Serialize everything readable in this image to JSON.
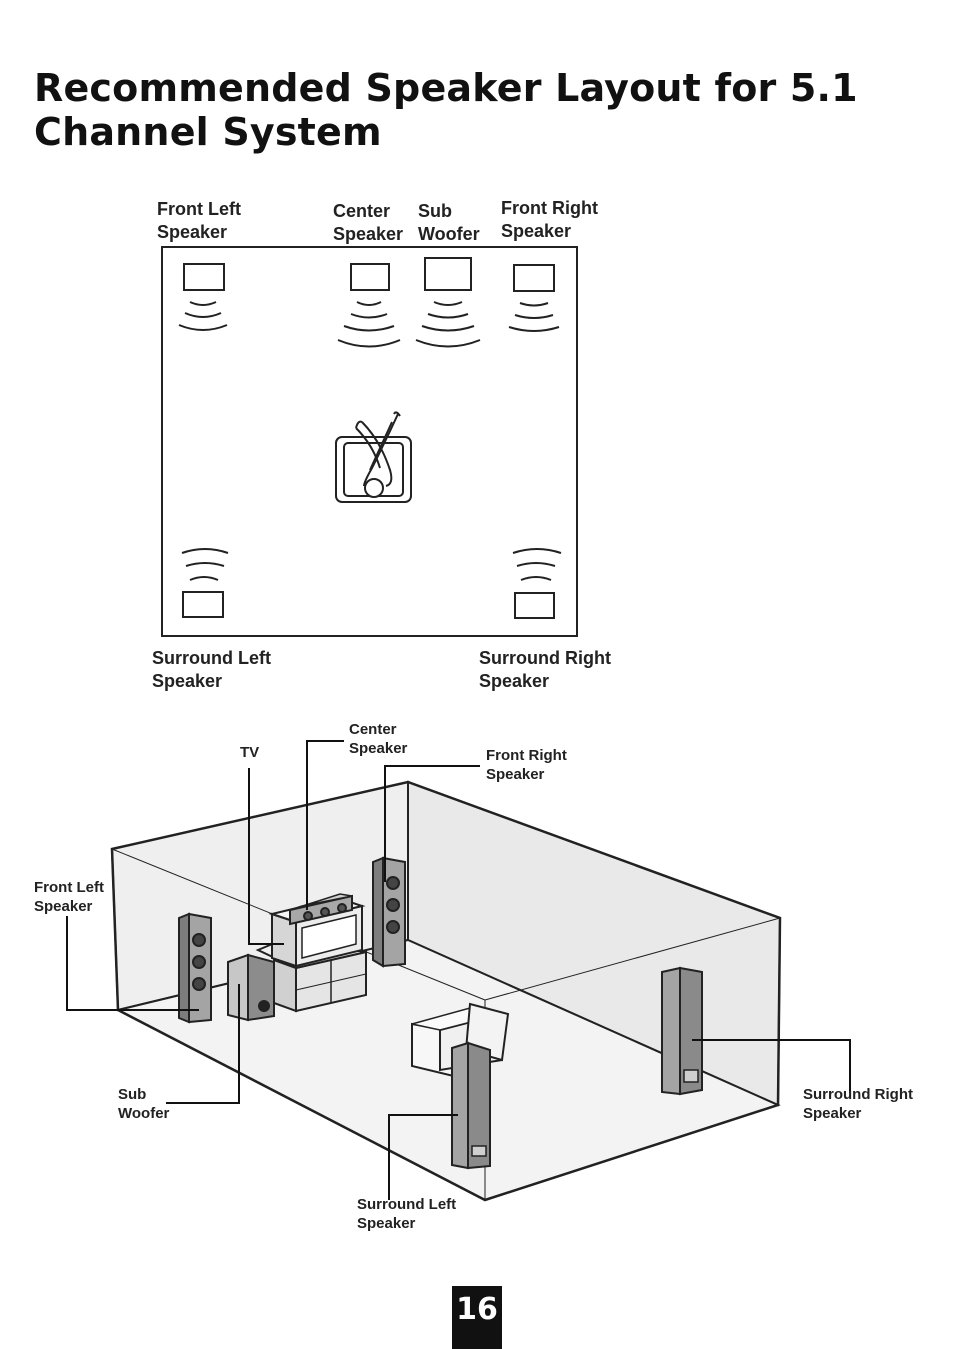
{
  "title": {
    "line1": "Recommended Speaker Layout for 5.1",
    "line2": "Channel System"
  },
  "top_view": {
    "front_left": {
      "line1": "Front Left",
      "line2": "Speaker"
    },
    "center": {
      "line1": "Center",
      "line2": "Speaker"
    },
    "sub_woofer": {
      "line1": "Sub",
      "line2": "Woofer"
    },
    "front_right": {
      "line1": "Front Right",
      "line2": "Speaker"
    },
    "surround_left": {
      "line1": "Surround Left",
      "line2": "Speaker"
    },
    "surround_right": {
      "line1": "Surround Right",
      "line2": "Speaker"
    }
  },
  "room_view": {
    "tv": {
      "line1": "TV"
    },
    "center": {
      "line1": "Center",
      "line2": "Speaker"
    },
    "front_right": {
      "line1": "Front Right",
      "line2": "Speaker"
    },
    "front_left": {
      "line1": "Front Left",
      "line2": "Speaker"
    },
    "sub_woofer": {
      "line1": "Sub",
      "line2": "Woofer"
    },
    "surround_right": {
      "line1": "Surround Right",
      "line2": "Speaker"
    },
    "surround_left": {
      "line1": "Surround Left",
      "line2": "Speaker"
    }
  },
  "page_number": "16",
  "colors": {
    "ink": "#222222",
    "room_fill": "#ececec",
    "speaker_fill": "#9a9a9a",
    "page_box": "#111111"
  }
}
